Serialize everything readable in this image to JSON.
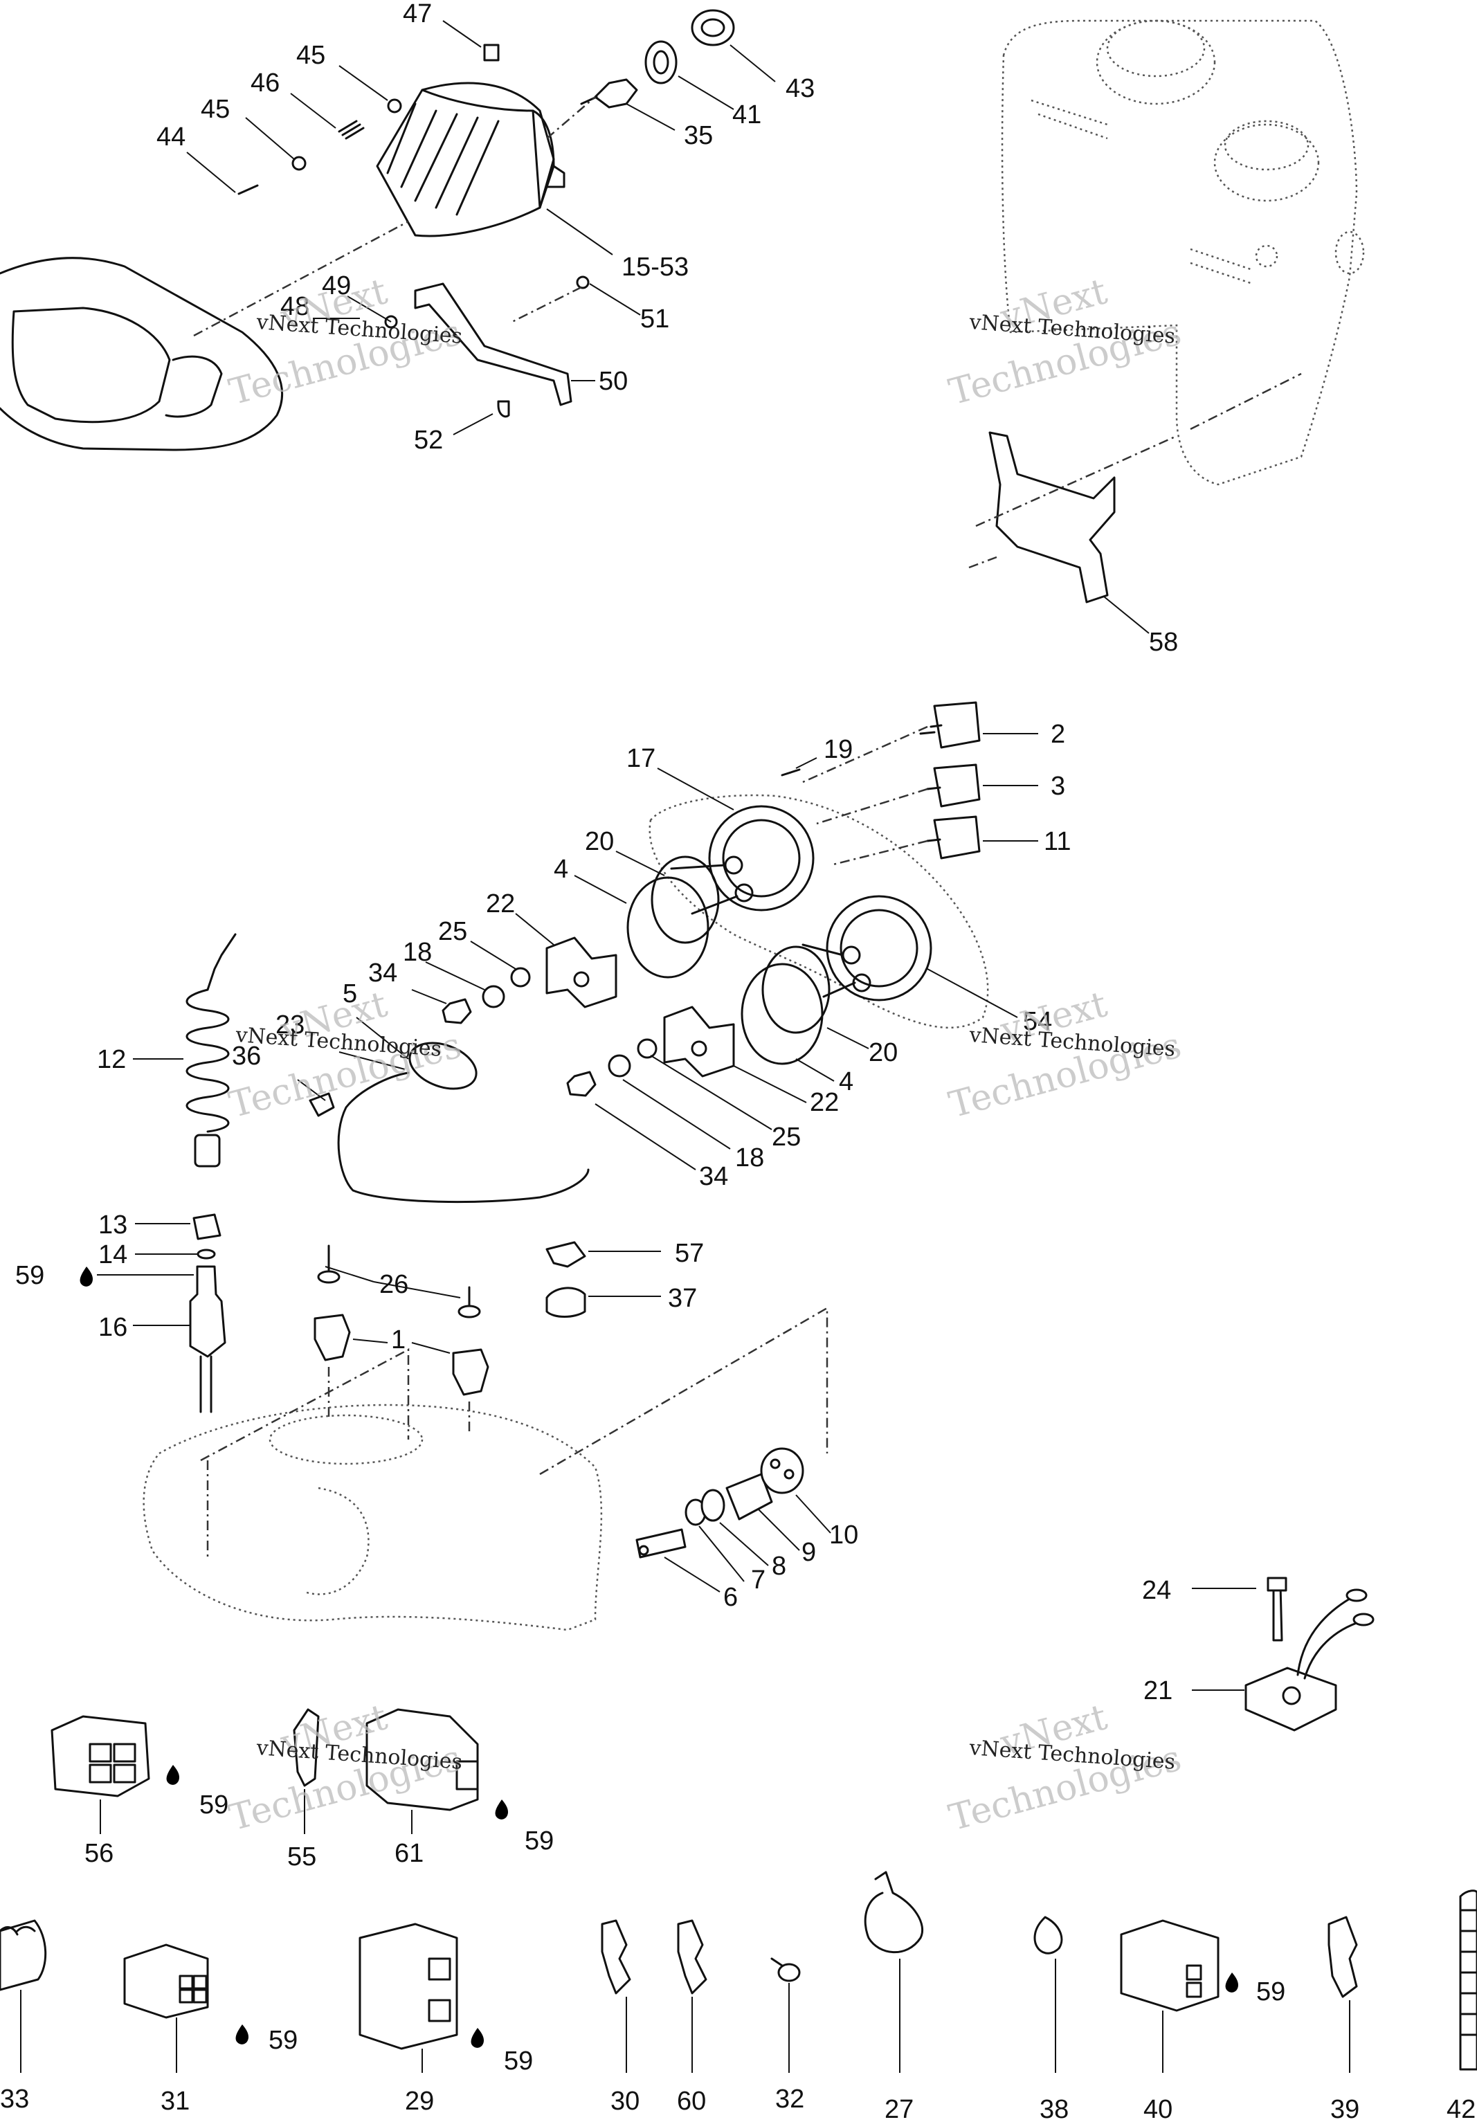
{
  "watermark": {
    "line1": "vNext",
    "line2": "Technologies",
    "overlay": "vNext Technologies"
  },
  "callouts": [
    "47",
    "45",
    "46",
    "45",
    "44",
    "43",
    "41",
    "35",
    "15-53",
    "49",
    "48",
    "51",
    "50",
    "52",
    "58",
    "2",
    "19",
    "17",
    "3",
    "11",
    "20",
    "4",
    "22",
    "25",
    "18",
    "34",
    "5",
    "23",
    "36",
    "12",
    "54",
    "20",
    "4",
    "22",
    "25",
    "18",
    "34",
    "13",
    "14",
    "59",
    "16",
    "26",
    "1",
    "57",
    "37",
    "10",
    "9",
    "8",
    "7",
    "6",
    "24",
    "21",
    "56",
    "59",
    "55",
    "61",
    "59",
    "33",
    "31",
    "59",
    "29",
    "59",
    "30",
    "60",
    "32",
    "27",
    "38",
    "40",
    "59",
    "39",
    "42"
  ]
}
